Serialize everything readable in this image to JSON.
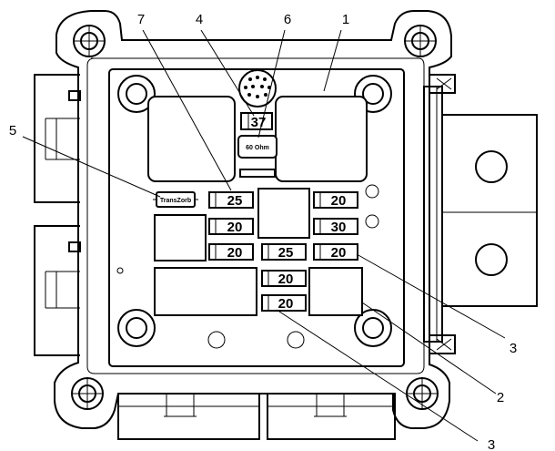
{
  "callouts": {
    "c1": "1",
    "c2": "2",
    "c3a": "3",
    "c3b": "3",
    "c4": "4",
    "c5": "5",
    "c6": "6",
    "c7": "7"
  },
  "fuses": {
    "f_top": "37",
    "f_r1_left": "25",
    "f_r1_right": "20",
    "f_r2_left": "20",
    "f_r2_right": "30",
    "f_r3_a": "20",
    "f_r3_b": "25",
    "f_r3_c": "20",
    "f_r4": "20",
    "f_r5": "20"
  },
  "labels": {
    "resistor": "60 Ohm",
    "diode": "TransZorb"
  },
  "colors": {
    "line": "#000000",
    "background": "#ffffff"
  }
}
